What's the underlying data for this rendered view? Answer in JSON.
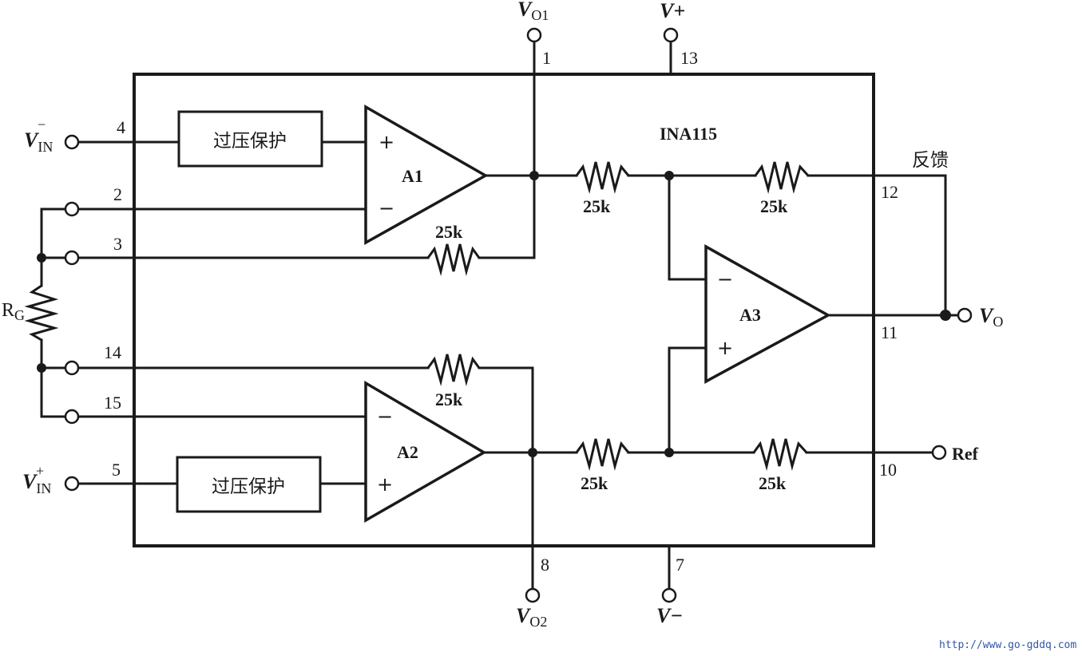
{
  "chip_name": "INA115",
  "feedback_label": "反馈",
  "protection_label": "过压保护",
  "amplifiers": {
    "a1": "A1",
    "a2": "A2",
    "a3": "A3"
  },
  "resistor_value": "25k",
  "rg_label": "R",
  "rg_sub": "G",
  "signals": {
    "vin_minus": {
      "main": "V",
      "sub": "IN",
      "sup": "−"
    },
    "vin_plus": {
      "main": "V",
      "sub": "IN",
      "sup": "+"
    },
    "vo1": {
      "main": "V",
      "sub": "O1"
    },
    "vo2": {
      "main": "V",
      "sub": "O2"
    },
    "vplus": "V+",
    "vminus": "V−",
    "vo": {
      "main": "V",
      "sub": "O"
    },
    "ref": "Ref"
  },
  "pins": {
    "p1": "1",
    "p2": "2",
    "p3": "3",
    "p4": "4",
    "p5": "5",
    "p7": "7",
    "p8": "8",
    "p10": "10",
    "p11": "11",
    "p12": "12",
    "p13": "13",
    "p14": "14",
    "p15": "15"
  },
  "symbols": {
    "plus": "+",
    "minus": "−"
  },
  "watermark": "http://www.go-gddq.com"
}
